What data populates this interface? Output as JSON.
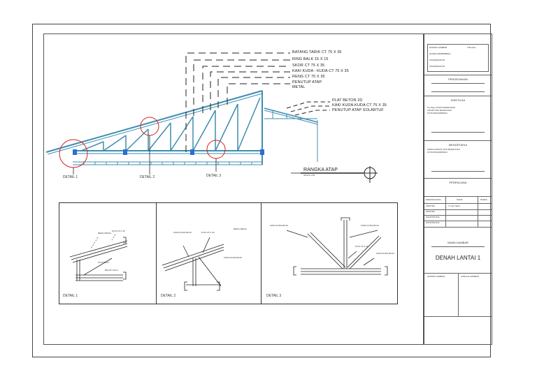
{
  "main_labels": {
    "batang_tarik": "BATANG TARIK CT 75 X 35",
    "ring_balk": "RING BALK  15 X 15",
    "skor": "SKOR  CT 75 X 35",
    "kaki_kuda": "KAKI KUDA - KUDA  CT 75 X 35",
    "reng": "RENG CT 75 X 35",
    "penutup_atap_1": "PENUTUP ATAP",
    "penutup_atap_2": "METAL",
    "plat_beton": "PLAT BETON 2D",
    "kaki_kuda_kuda": "KAKI KUDA-KUDA CT 75 X 35",
    "penutup_solartuf": "PENUTUP ATAP SOLARTUF"
  },
  "callouts": {
    "detail1": "DETAIL 1",
    "detail2": "DETAIL 2",
    "detail3": "DETAIL 3"
  },
  "section_title": "RANGKA ATAP",
  "section_scale": "SKALA 1:50",
  "panels": {
    "p1_label": "DETAIL 1",
    "p2_label": "DETAIL 2",
    "p3_label": "DETAIL 3",
    "p1_notes": [
      "RENG METAL",
      "PLAT 15 X 40",
      "PLAT BAUT",
      "BALOK KAYU"
    ],
    "p2_notes": [
      "KUDA-KUDA BAJA",
      "PLAT 15 X 40",
      "RENG METAL",
      "KUDA-KUDA BAJA"
    ],
    "p3_notes": [
      "KUDA-KUDA BAJA",
      "KUDA-KUDA BAJA",
      "PLAT 15 X 40",
      "KUDA-KUDA BAJA"
    ]
  },
  "title_block": {
    "top_rows": [
      [
        "NOMOR GAMBAR",
        "TIM AHLI"
      ],
      [
        "DOSEN PEMBIMBING",
        ""
      ],
      [
        "KOORDINATOR",
        ""
      ],
      [
        "KOORDINATOR",
        ""
      ]
    ],
    "pengesahan": "PENGESAHAN",
    "disetujui": "DISETUJUI",
    "disetujui_text": [
      "Ka. Bag. DINAS PEKERJAAN",
      "UMUM TATA BANGUNAN",
      "KOTA BANJARBARU"
    ],
    "mengetahui": "MENGETAHUI",
    "mengetahui_text": [
      "KEPALA DINAS TATA BANGUNAN",
      "KOTA BANJARBARU"
    ],
    "perencana": "PERENCANA",
    "team_header": [
      "PENANGGUNG",
      "NAMA",
      "PARAF"
    ],
    "team_rows": [
      [
        "ARSITEK",
        "Ir. Lian Sjarif"
      ],
      [
        "ARSITEK",
        ""
      ],
      [
        "KONSTRUKSI",
        ""
      ],
      [
        "KONSTRUKSI",
        ""
      ]
    ],
    "nama_gambar": "NAMA GAMBAR",
    "sheet_title": "DENAH LANTAI 1",
    "nomor_gambar": "NOMOR GAMBAR",
    "jumlah_gambar": "JUMLAH GAMBAR"
  },
  "colors": {
    "truss": "#3d8db0",
    "circle": "#d82020",
    "ink": "#222222"
  }
}
